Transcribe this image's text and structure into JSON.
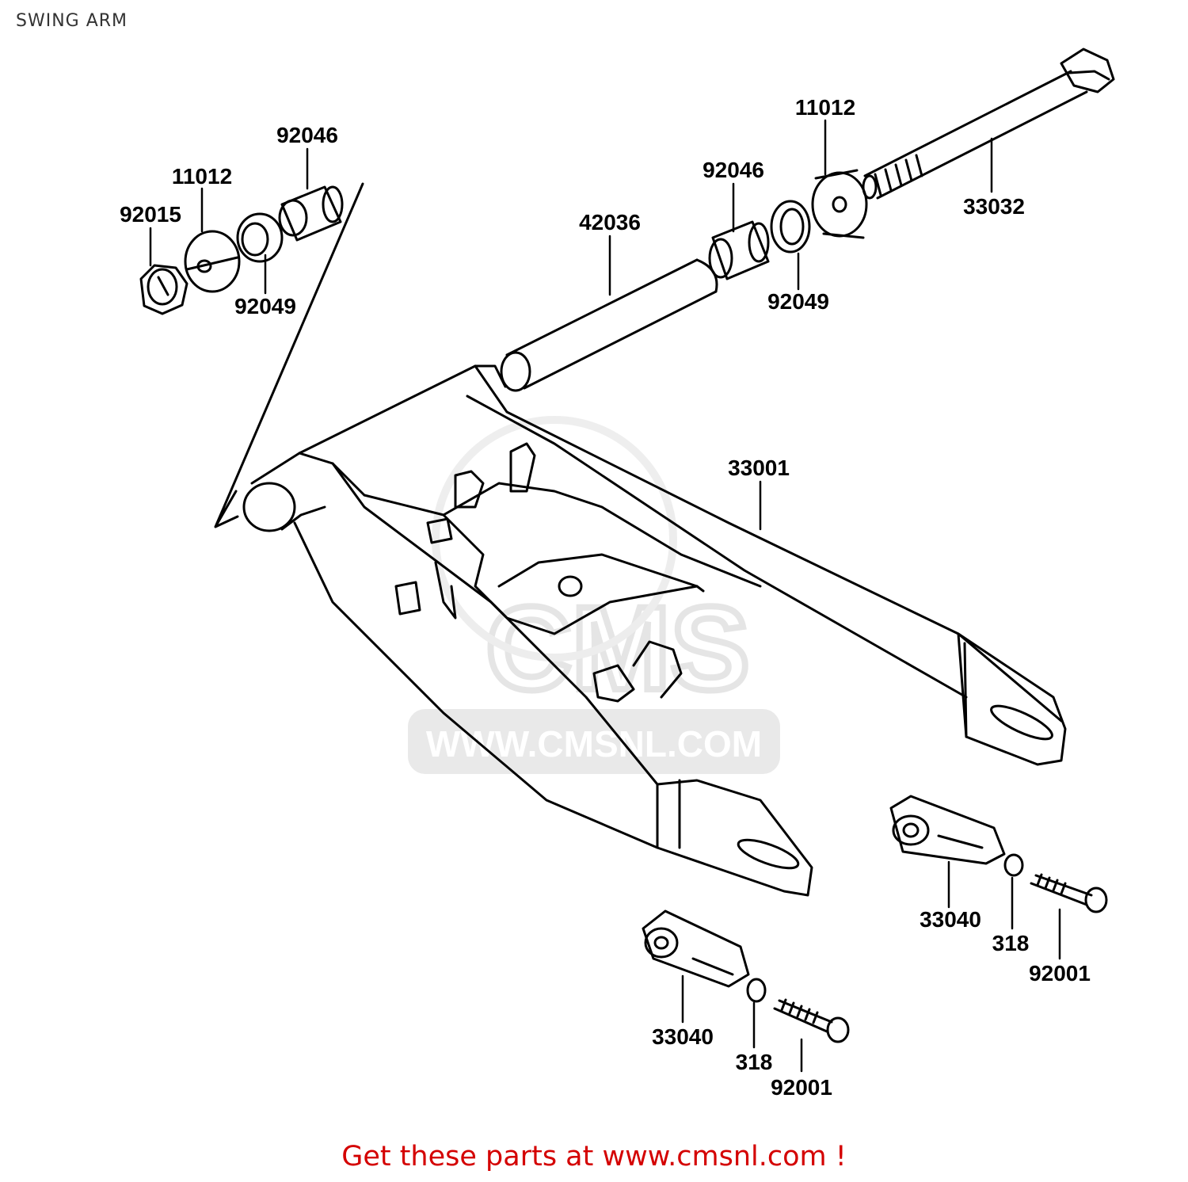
{
  "page": {
    "title": "SWING ARM"
  },
  "watermark": {
    "brand": "CMS",
    "url": "WWW.CMSNL.COM"
  },
  "parts": {
    "p92046_left": "92046",
    "p11012_left": "11012",
    "p92015": "92015",
    "p92049_left": "92049",
    "p42036": "42036",
    "p92046_right": "92046",
    "p92049_right": "92049",
    "p11012_right": "11012",
    "p33032": "33032",
    "p33001": "33001",
    "p33040_right": "33040",
    "p318_right": "318",
    "p92001_right": "92001",
    "p33040_left": "33040",
    "p318_left": "318",
    "p92001_left": "92001"
  },
  "footer": {
    "text": "Get these parts at www.cmsnl.com !"
  },
  "colors": {
    "line": "#000000",
    "footer": "#d40000",
    "watermark": "#d8d8d8"
  }
}
